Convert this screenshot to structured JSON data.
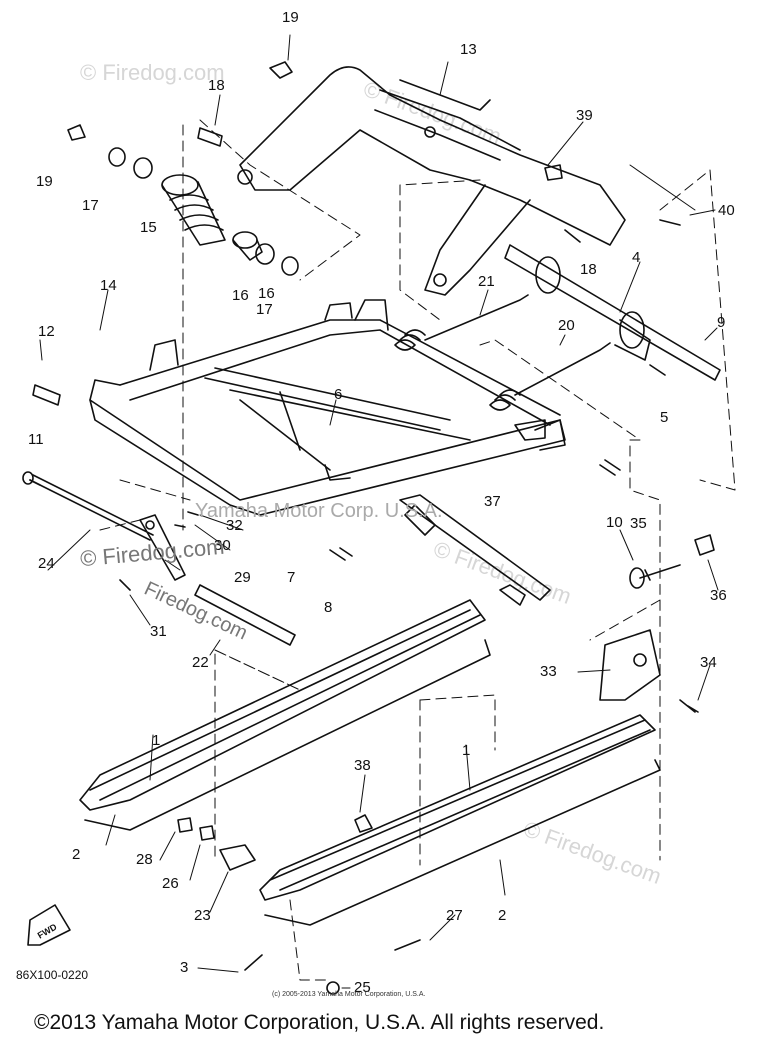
{
  "watermarks": {
    "firedog": "© Firedog.com",
    "firedog_short": "Firedog.com",
    "yamaha_mid": "Yamaha Motor Corp. U.S.A."
  },
  "callouts": [
    "1",
    "1",
    "2",
    "2",
    "3",
    "4",
    "5",
    "6",
    "7",
    "8",
    "9",
    "10",
    "11",
    "12",
    "13",
    "14",
    "15",
    "16",
    "16",
    "17",
    "17",
    "18",
    "18",
    "19",
    "19",
    "20",
    "21",
    "22",
    "23",
    "24",
    "25",
    "26",
    "27",
    "28",
    "29",
    "30",
    "31",
    "32",
    "33",
    "34",
    "35",
    "36",
    "37",
    "38",
    "39",
    "40"
  ],
  "fwd_label": "FWD",
  "ref_code": "86X100-0220",
  "small_copyright": "(c) 2005-2013 Yamaha Motor Corporation, U.S.A.",
  "footer": "©2013 Yamaha Motor Corporation, U.S.A. All rights reserved."
}
